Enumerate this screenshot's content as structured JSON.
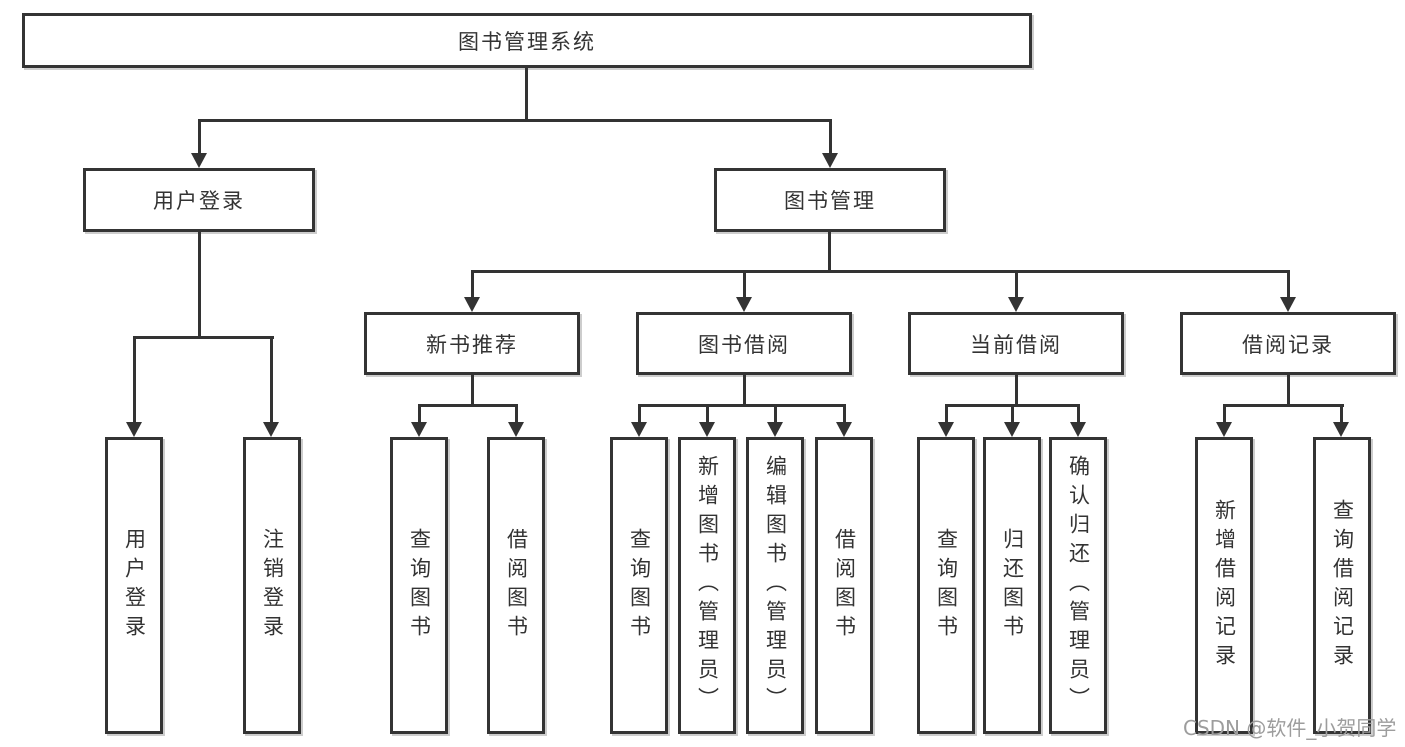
{
  "diagram": {
    "title": "图书管理系统",
    "colors": {
      "line": "#333333",
      "text": "#333333",
      "box_background": "#ffffff",
      "watermark": "#9d9d9d"
    },
    "nodes": {
      "root": {
        "label": "图书管理系统"
      },
      "user_login": {
        "label": "用户登录",
        "children": [
          "用户登录",
          "注销登录"
        ]
      },
      "book_management": {
        "label": "图书管理"
      },
      "new_book_recommend": {
        "label": "新书推荐",
        "children": [
          "查询图书",
          "借阅图书"
        ]
      },
      "book_borrowing": {
        "label": "图书借阅",
        "children": [
          "查询图书",
          "新增图书（管理员）",
          "编辑图书（管理员）",
          "借阅图书"
        ]
      },
      "current_borrowing": {
        "label": "当前借阅",
        "children": [
          "查询图书",
          "归还图书",
          "确认归还（管理员）"
        ]
      },
      "borrowing_records": {
        "label": "借阅记录",
        "children": [
          "新增借阅记录",
          "查询借阅记录"
        ]
      }
    },
    "watermark": "CSDN @软件_小贺同学"
  }
}
